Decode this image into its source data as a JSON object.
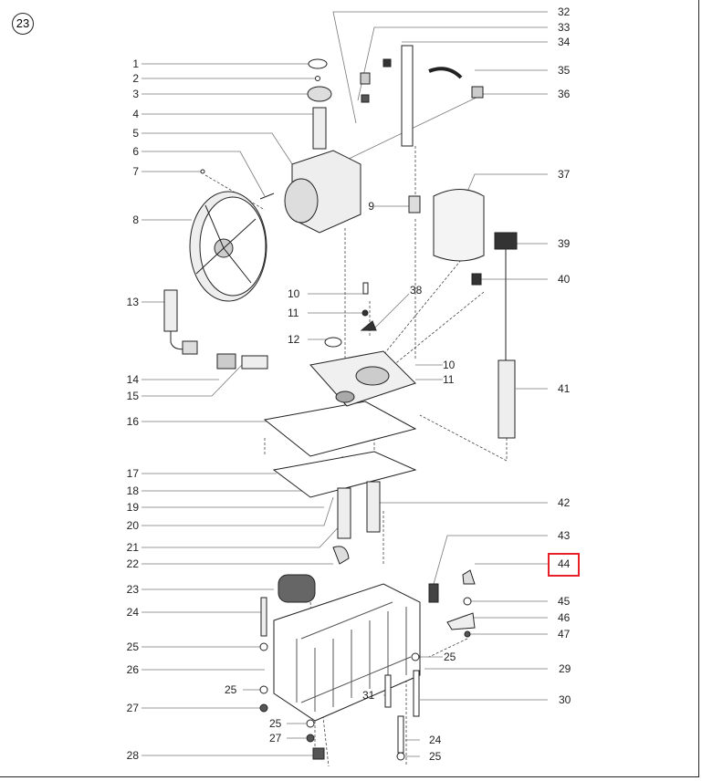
{
  "figure_number": "23",
  "highlight_color": "#e8202a",
  "highlighted_callout": "44",
  "callouts": {
    "c1": "1",
    "c2": "2",
    "c3": "3",
    "c4": "4",
    "c5": "5",
    "c6": "6",
    "c7": "7",
    "c8": "8",
    "c9": "9",
    "c10a": "10",
    "c11a": "11",
    "c12": "12",
    "c13": "13",
    "c14": "14",
    "c15": "15",
    "c16": "16",
    "c17": "17",
    "c18": "18",
    "c19": "19",
    "c20": "20",
    "c21": "21",
    "c22": "22",
    "c23": "23",
    "c24a": "24",
    "c25a": "25",
    "c26": "26",
    "c27a": "27",
    "c28": "28",
    "c25b": "25",
    "c25c": "25",
    "c27b": "27",
    "c24b": "24",
    "c25d": "25",
    "c31": "31",
    "c25e": "25",
    "c29": "29",
    "c30": "30",
    "c32": "32",
    "c33": "33",
    "c34": "34",
    "c35": "35",
    "c36": "36",
    "c37": "37",
    "c38": "38",
    "c39": "39",
    "c40": "40",
    "c41": "41",
    "c42": "42",
    "c43": "43",
    "c44": "44",
    "c45": "45",
    "c46": "46",
    "c47": "47",
    "c10b": "10",
    "c11b": "11"
  }
}
